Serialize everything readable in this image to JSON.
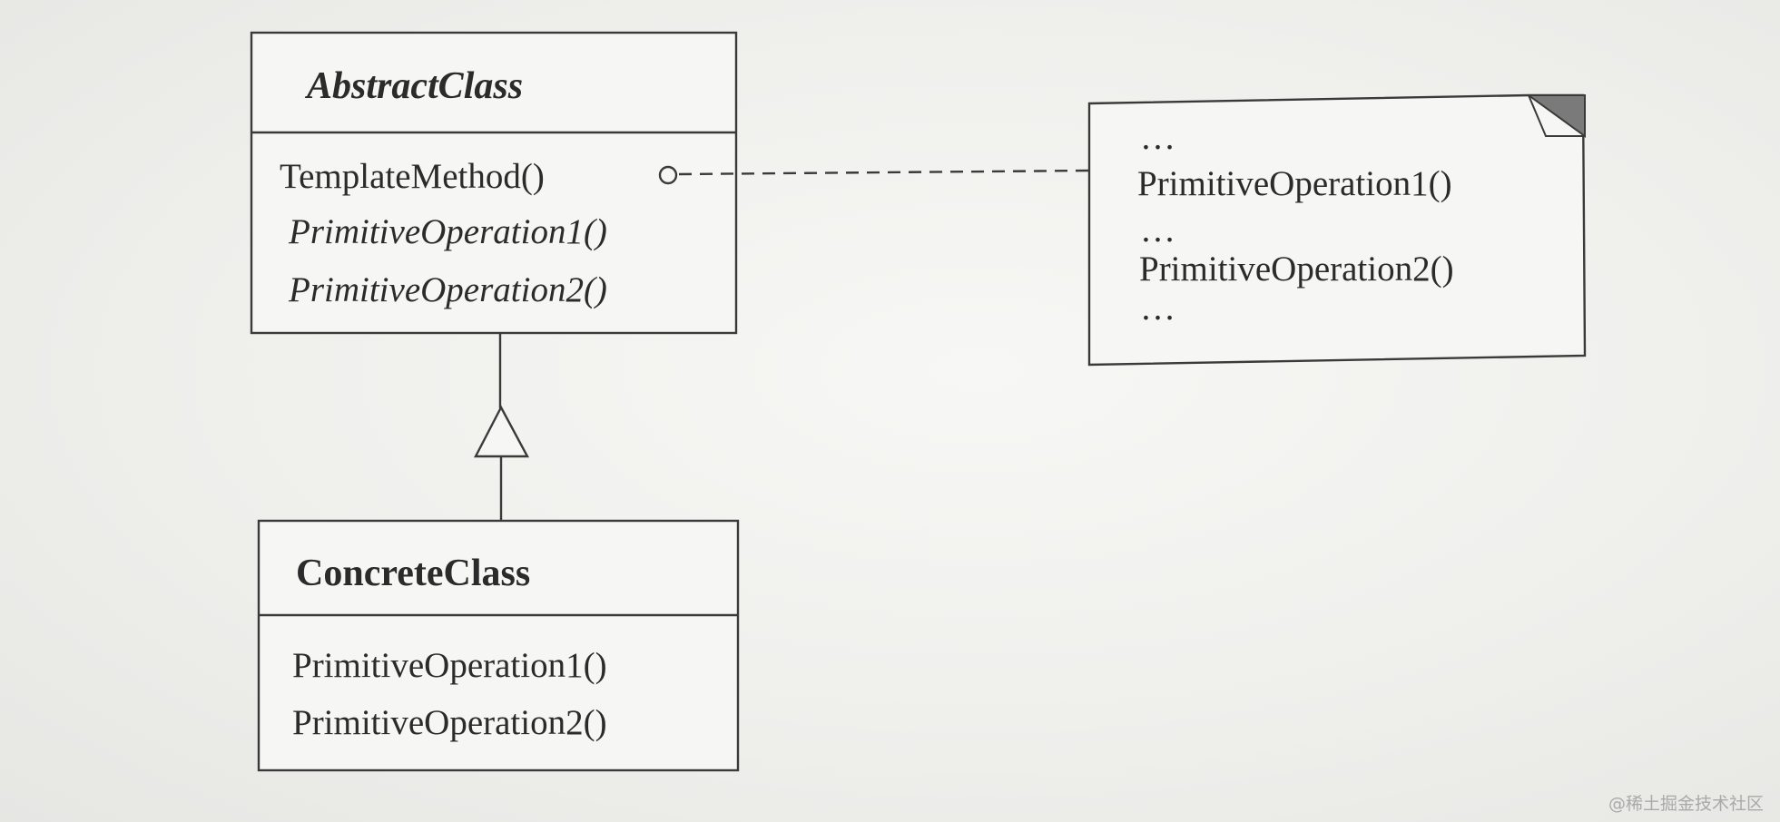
{
  "abstract_class": {
    "name": "AbstractClass",
    "operations": [
      "TemplateMethod()",
      "PrimitiveOperation1()",
      "PrimitiveOperation2()"
    ]
  },
  "concrete_class": {
    "name": "ConcreteClass",
    "operations": [
      "PrimitiveOperation1()",
      "PrimitiveOperation2()"
    ]
  },
  "note": {
    "lines": [
      "…",
      "PrimitiveOperation1()",
      "…",
      "PrimitiveOperation2()",
      "…"
    ]
  },
  "watermark": "@稀土掘金技术社区",
  "colors": {
    "stroke": "#3a3a3a",
    "note_fold": "#7a7a7a"
  }
}
